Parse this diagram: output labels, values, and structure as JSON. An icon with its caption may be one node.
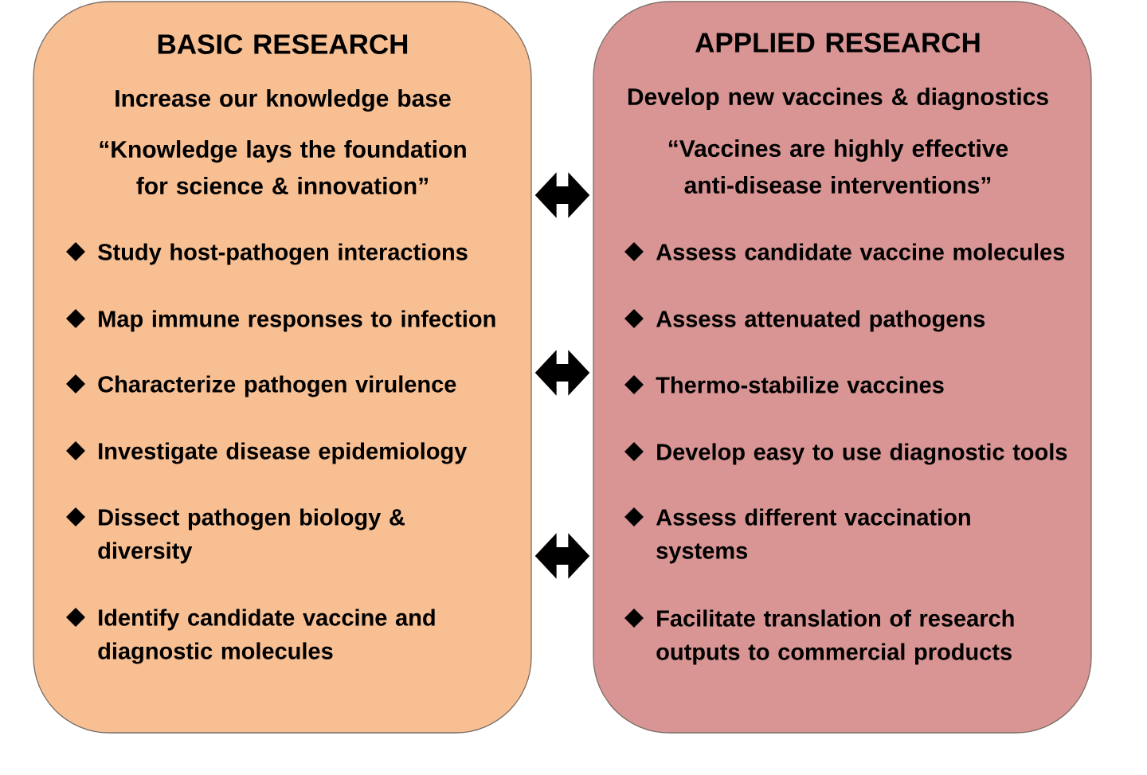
{
  "diagram": {
    "nodes": [
      {
        "text": [
          "BASIC RESEARCH",
          "Increase our knowledge base",
          "“Knowledge lays the foundation for science & innovation”",
          "Study host-pathogen interactions",
          "Map immune responses to infection",
          "Characterize pathogen virulence",
          "Investigate disease epidemiology",
          "Dissect pathogen biology & diversity",
          "Identify candidate vaccine and diagnostic molecules"
        ]
      },
      {
        "text": [
          "APPLIED RESEARCH",
          "Develop new vaccines & diagnostics",
          "“Vaccines are highly effective anti-disease interventions”",
          "Assess candidate vaccine molecules",
          "Assess attenuated pathogens",
          "Thermo-stabilize vaccines",
          "Develop easy to use diagnostic tools",
          "Assess different vaccination systems",
          "Facilitate translation of research outputs to commercial products"
        ]
      }
    ],
    "edges": [
      {
        "from": 0,
        "to": 1,
        "arrow": "both"
      },
      {
        "from": 0,
        "to": 1,
        "arrow": "both"
      },
      {
        "from": 0,
        "to": 1,
        "arrow": "both"
      }
    ]
  }
}
